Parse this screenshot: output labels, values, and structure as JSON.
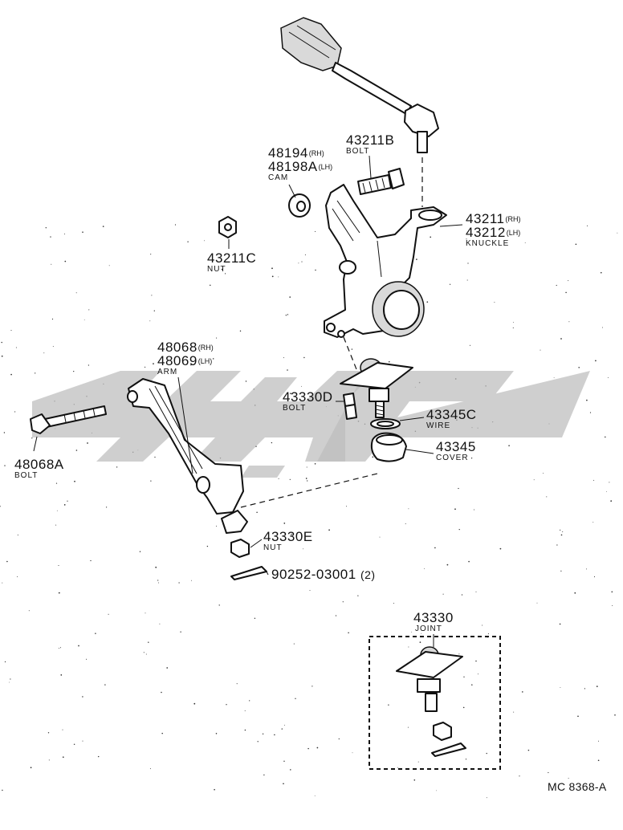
{
  "figure_id": "MC 8368-A",
  "callouts": {
    "cam": {
      "pn_rh": "48194",
      "sfx_rh": "(RH)",
      "pn_lh": "48198A",
      "sfx_lh": "(LH)",
      "name": "CAM"
    },
    "knuckle_bolt": {
      "pn": "43211B",
      "name": "BOLT"
    },
    "knuckle": {
      "pn_rh": "43211",
      "sfx_rh": "(RH)",
      "pn_lh": "43212",
      "sfx_lh": "(LH)",
      "name": "KNUCKLE"
    },
    "knuckle_nut": {
      "pn": "43211C",
      "name": "NUT"
    },
    "arm": {
      "pn_rh": "48068",
      "sfx_rh": "(RH)",
      "pn_lh": "48069",
      "sfx_lh": "(LH)",
      "name": "ARM"
    },
    "joint_bolt": {
      "pn": "43330D",
      "name": "BOLT"
    },
    "wire": {
      "pn": "43345C",
      "name": "WIRE"
    },
    "cover": {
      "pn": "43345",
      "name": "COVER"
    },
    "arm_bolt": {
      "pn": "48068A",
      "name": "BOLT"
    },
    "joint_nut": {
      "pn": "43330E",
      "name": "NUT"
    },
    "cotter_pin": {
      "pn": "90252-03001",
      "qty": "(2)"
    },
    "joint": {
      "pn": "43330",
      "name": "JOINT"
    }
  },
  "colors": {
    "line": "#111111",
    "watermark": "#bdbdbd",
    "background": "#ffffff"
  }
}
